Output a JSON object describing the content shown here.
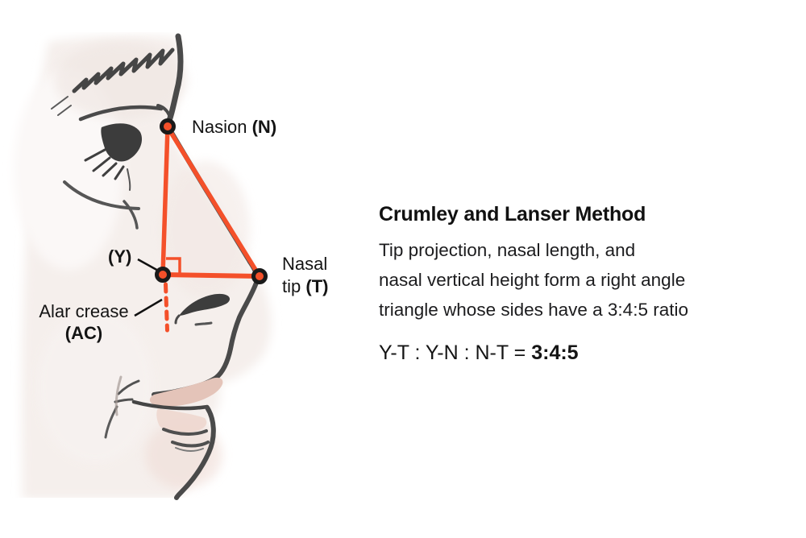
{
  "diagram": {
    "labels": {
      "nasion": {
        "name": "Nasion",
        "symbol": "(N)"
      },
      "y": {
        "symbol": "(Y)"
      },
      "tip": {
        "line1": "Nasal",
        "line2": "tip",
        "symbol": "(T)"
      },
      "alar": {
        "line1": "Alar crease",
        "symbol": "(AC)"
      }
    },
    "points": [
      "N",
      "Y",
      "T",
      "AC"
    ],
    "colors": {
      "accent_orange": "#f4502a",
      "dot_ring_black": "#1a1a1a",
      "sketch_ink": "#4a4a4a",
      "lip_blush": "#e4c4b9",
      "skin_wash": "#f5efec"
    }
  },
  "panel": {
    "title": "Crumley and Lanser Method",
    "body_lines": [
      "Tip projection, nasal length, and",
      "nasal vertical height form a right angle",
      "triangle whose sides have a 3:4:5 ratio"
    ],
    "formula": {
      "lhs": "Y-T : Y-N : N-T =",
      "rhs": "3:4:5"
    }
  }
}
